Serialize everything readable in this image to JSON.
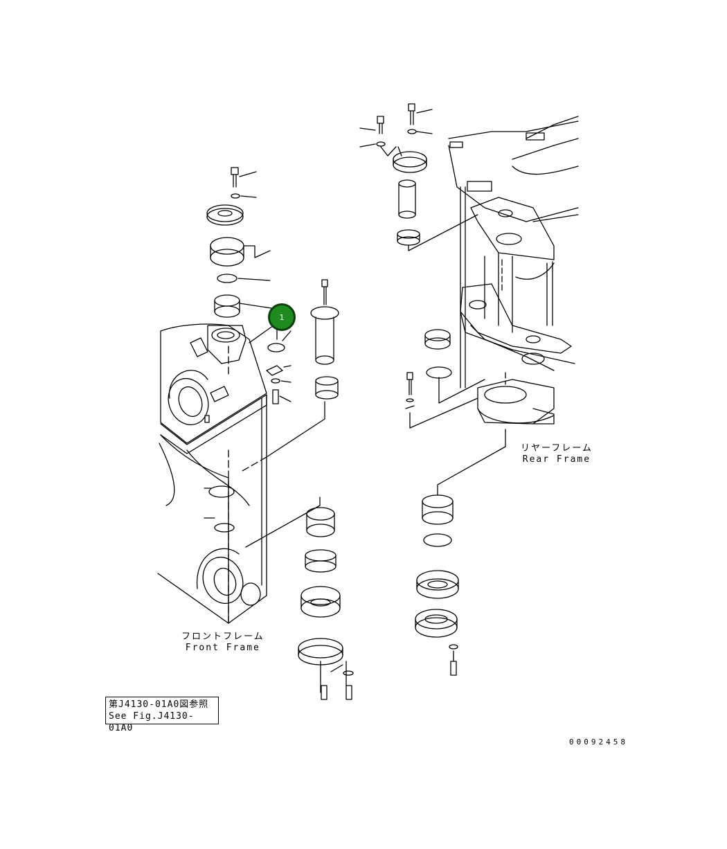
{
  "labels": {
    "front_frame_jp": "フロントフレーム",
    "front_frame_en": "Front Frame",
    "rear_frame_jp": "リヤーフレーム",
    "rear_frame_en": "Rear Frame"
  },
  "reference": {
    "line1": "第J4130-01A0図参照",
    "line2": "See Fig.J4130-01A0"
  },
  "drawing_number": "00092458",
  "callouts": [
    {
      "number": "1",
      "color": "#1f8a1f"
    }
  ]
}
